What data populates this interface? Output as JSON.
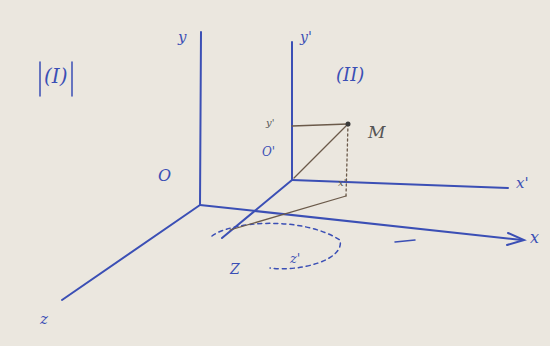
{
  "diagram": {
    "labels": [
      "(I)",
      "y",
      "y'",
      "(II)",
      "y'",
      "M",
      "O'",
      "O",
      "x'",
      "x'",
      "x",
      "Z",
      "z'",
      "z"
    ]
  }
}
